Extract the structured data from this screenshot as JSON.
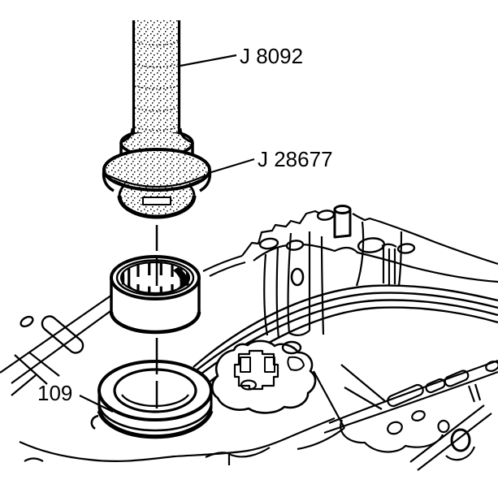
{
  "diagram": {
    "callouts": [
      {
        "id": "tool-handle",
        "text": "J 8092"
      },
      {
        "id": "installer",
        "text": "J 28677"
      },
      {
        "id": "component",
        "text": "109"
      }
    ],
    "colors": {
      "line": "#000000",
      "background": "#ffffff"
    }
  }
}
